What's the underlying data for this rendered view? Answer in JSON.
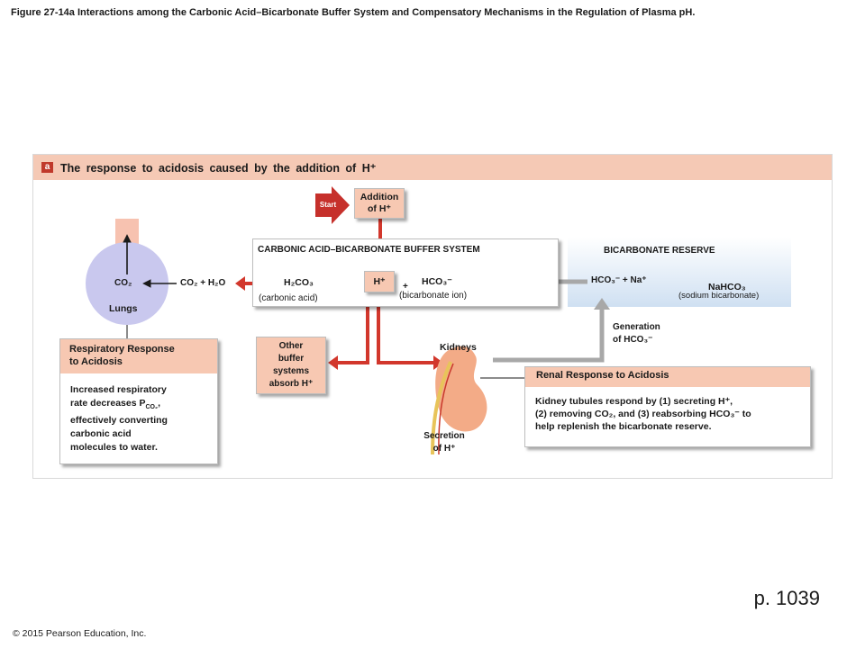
{
  "caption": "Figure 27-14a Interactions among the Carbonic Acid–Bicarbonate Buffer System and Compensatory Mechanisms in the Regulation of Plasma pH.",
  "panel": {
    "badge": "a",
    "title": "The response to acidosis caused by the addition of H⁺"
  },
  "start": {
    "label": "Start"
  },
  "addition": {
    "line1": "Addition",
    "line2": "of H⁺"
  },
  "buffer": {
    "title": "CARBONIC ACID–BICARBONATE BUFFER SYSTEM",
    "h2co3": "H₂CO₃",
    "h2co3_name": "(carbonic acid)",
    "h_ion": "H⁺",
    "plus": "+",
    "hco3": "HCO₃⁻",
    "hco3_name": "(bicarbonate ion)"
  },
  "lungs": {
    "co2": "CO₂",
    "label": "Lungs",
    "reaction": "CO₂ + H₂O"
  },
  "reserve": {
    "title": "BICARBONATE RESERVE",
    "ions": "HCO₃⁻ + Na⁺",
    "salt": "NaHCO₃",
    "salt_name": "(sodium bicarbonate)"
  },
  "other_buffers": {
    "line1": "Other",
    "line2": "buffer",
    "line3": "systems",
    "line4": "absorb H⁺"
  },
  "respiratory": {
    "title_line1": "Respiratory Response",
    "title_line2": "to Acidosis",
    "body_line1": "Increased respiratory",
    "body_line2": "rate decreases P",
    "body_sub": "CO₂",
    "body_line2_end": ",",
    "body_line3": "effectively converting",
    "body_line4": "carbonic acid",
    "body_line5": "molecules to water."
  },
  "kidneys": {
    "label": "Kidneys",
    "secretion_line1": "Secretion",
    "secretion_line2": "of H⁺"
  },
  "generation": {
    "line1": "Generation",
    "line2": "of HCO₃⁻"
  },
  "renal": {
    "title": "Renal Response to Acidosis",
    "line1": "Kidney tubules respond by (1) secreting H⁺,",
    "line2": "(2) removing CO₂, and (3) reabsorbing HCO₃⁻  to",
    "line3": "help replenish the bicarbonate reserve."
  },
  "page_number": "p. 1039",
  "copyright": "© 2015 Pearson Education, Inc."
}
